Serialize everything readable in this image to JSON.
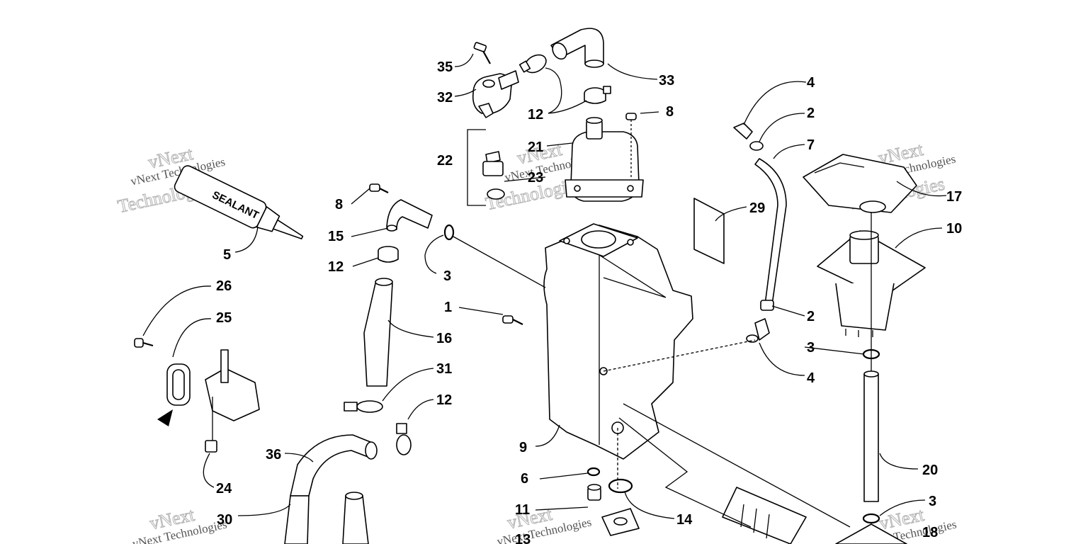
{
  "labels": {
    "l35": "35",
    "l32": "32",
    "l12a": "12",
    "l33": "33",
    "l8a": "8",
    "l21": "21",
    "l22": "22",
    "l23": "23",
    "l4a": "4",
    "l2a": "2",
    "l7": "7",
    "l17": "17",
    "l29": "29",
    "l10": "10",
    "l5": "5",
    "l8b": "8",
    "l15": "15",
    "l12b": "12",
    "l3a": "3",
    "l1": "1",
    "l16": "16",
    "l2b": "2",
    "l3b": "3",
    "l4b": "4",
    "l26": "26",
    "l25": "25",
    "l31": "31",
    "l12c": "12",
    "l24": "24",
    "l36": "36",
    "l9": "9",
    "l20": "20",
    "l6": "6",
    "l11": "11",
    "l14": "14",
    "l3c": "3",
    "l18": "18",
    "l30": "30",
    "l13": "13"
  },
  "sealant_text": "SEALANT",
  "watermark": {
    "brand": "vNext",
    "line": "vNext Technologies",
    "big": "Technologies"
  },
  "colors": {
    "line": "#000000",
    "watermark": "#b8b8b8"
  }
}
